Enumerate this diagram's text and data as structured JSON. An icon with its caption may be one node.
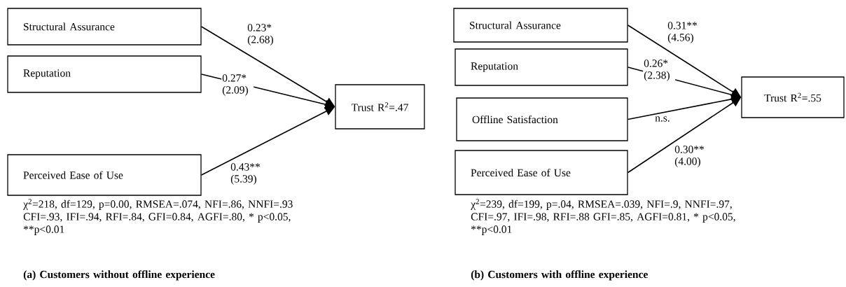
{
  "diagram": {
    "nodes": [
      {
        "text": [
          "Structural Assurance"
        ]
      },
      {
        "text": [
          "Reputation"
        ]
      },
      {
        "text": [
          "Perceived Ease of Use"
        ]
      },
      {
        "text": [
          "Trust R$^{2}$=.47"
        ]
      },
      {
        "text": [
          "Structural Assurance"
        ]
      },
      {
        "text": [
          "Reputation"
        ]
      },
      {
        "text": [
          "Offline Satisfaction"
        ]
      },
      {
        "text": [
          "Perceived Ease of Use"
        ]
      },
      {
        "text": [
          "Trust R$^{2}$=.55"
        ]
      }
    ],
    "edges": [
      {
        "from": 0,
        "to": 3,
        "arrow": "to",
        "label": "0.23* (2.68)"
      },
      {
        "from": 1,
        "to": 3,
        "arrow": "to",
        "label": "0.27* (2.09)"
      },
      {
        "from": 2,
        "to": 3,
        "arrow": "to",
        "label": "0.43** (5.39)"
      },
      {
        "from": 4,
        "to": 8,
        "arrow": "to",
        "label": "0.31** (4.56)"
      },
      {
        "from": 5,
        "to": 8,
        "arrow": "to",
        "label": "0.26* (2.38)"
      },
      {
        "from": 6,
        "to": 8,
        "arrow": "to",
        "label": "n.s."
      },
      {
        "from": 7,
        "to": 8,
        "arrow": "to",
        "label": "0.30** (4.00)"
      }
    ],
    "labels": [
      "χ$^{2}$=218, df=129, p=0.00, RMSEA=.074, NFI=.86, NNFI=.93 CFI=.93, IFI=.94, RFI=.84, GFI=0.84, AGFI=.80, * p<0.05, **p<0.01",
      "χ$^{2}$=239, df=199, p=.04, RMSEA=.039, NFI=.9, NNFI=.97, CFI=.97, IFI=.98, RFI=.88 GFI=.85, AGFI=0.81, * p<0.05, **p<0.01",
      "(a) Customers without offline experience",
      "(b) Customers with offline experience"
    ]
  }
}
